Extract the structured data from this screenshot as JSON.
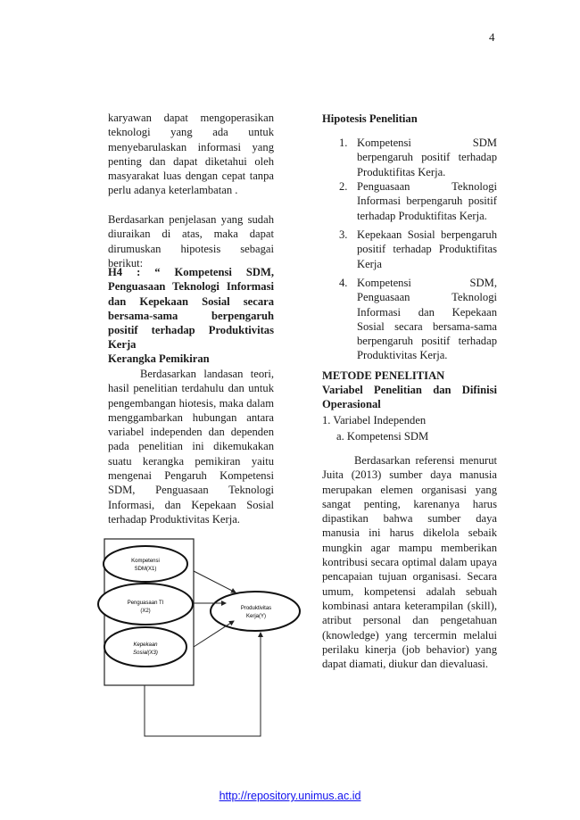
{
  "page_number": "4",
  "left": {
    "p1": "karyawan dapat mengoperasikan teknologi yang ada untuk menyebarulaskan informasi yang penting dan dapat diketahui oleh masyarakat luas dengan cepat tanpa perlu adanya keterlambatan .",
    "p2": "Berdasarkan penjelasan yang sudah diuraikan di atas, maka dapat dirumuskan hipotesis sebagai berikut:",
    "h4": "H4 : “ Kompetensi SDM, Penguasaan Teknologi Informasi dan Kepekaan Sosial secara bersama-sama berpengaruh positif terhadap Produktivitas Kerja",
    "kerangka_title": "Kerangka Pemikiran",
    "p3": "Berdasarkan landasan teori, hasil penelitian terdahulu dan untuk pengembangan hiotesis, maka dalam menggambarkan hubungan antara variabel independen dan dependen pada penelitian ini dikemukakan suatu kerangka pemikiran yaitu mengenai Pengaruh Kompetensi SDM, Penguasaan Teknologi Informasi, dan Kepekaan Sosial terhadap Produktivitas Kerja."
  },
  "diagram": {
    "x1_line1": "Kompetensi",
    "x1_line2": "SDM(X1)",
    "x2_line1": "Penguasaan TI",
    "x2_line2": "(X2)",
    "x3_line1": "Kepekaan",
    "x3_line2": "Sosial(X3)",
    "y_line1": "Produktivitas",
    "y_line2": "Kerja(Y)"
  },
  "right": {
    "hipotesis_title": "Hipotesis Penelitian",
    "hipotesis": [
      {
        "n": "1.",
        "text": "Kompetensi SDM berpengaruh positif terhadap Produktifitas Kerja."
      },
      {
        "n": "2.",
        "text": "Penguasaan Teknologi Informasi berpengaruh positif terhadap Produktifitas Kerja."
      },
      {
        "n": "3.",
        "text": "Kepekaan Sosial berpengaruh positif terhadap Produktifitas Kerja"
      },
      {
        "n": "4.",
        "text": "Kompetensi SDM, Penguasaan Teknologi Informasi dan Kepekaan Sosial secara bersama-sama berpengaruh positif terhadap Produktivitas Kerja."
      }
    ],
    "metode_title": "METODE PENELITIAN",
    "variabel_title": "Variabel Penelitian dan Difinisi Operasional",
    "sub1": "1. Variabel Independen",
    "sub1a": "a. Kompetensi SDM",
    "p_kompetensi": "Berdasarkan referensi menurut Juita (2013) sumber daya manusia merupakan elemen organisasi yang sangat penting, karenanya harus dipastikan bahwa sumber daya manusia ini harus dikelola sebaik mungkin agar mampu memberikan kontribusi secara optimal dalam upaya pencapaian tujuan organisasi. Secara umum, kompetensi adalah sebuah kombinasi antara keterampilan (skill), atribut personal dan pengetahuan (knowledge) yang tercermin melalui perilaku kinerja (job behavior) yang dapat diamati, diukur dan dievaluasi."
  },
  "footer_link": "http://repository.unimus.ac.id",
  "colors": {
    "link": "#1010ee"
  }
}
